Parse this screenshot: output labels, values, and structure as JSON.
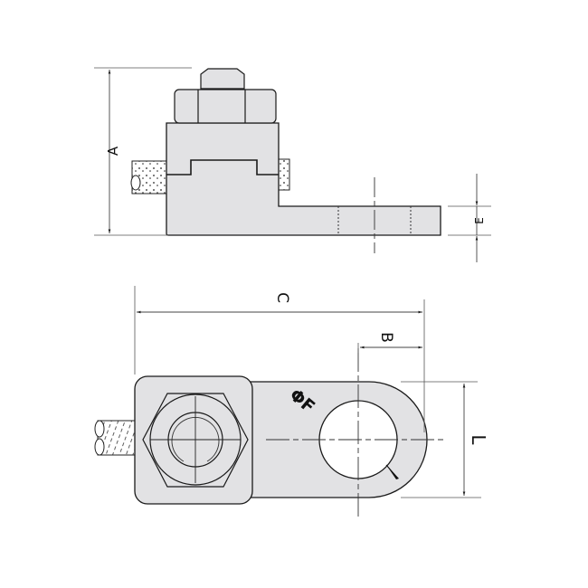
{
  "diagram": {
    "type": "technical-drawing",
    "subject": "cable lug / bolt clamp connector",
    "views": [
      "side-view",
      "top-view"
    ],
    "colors": {
      "part_fill": "#e2e2e4",
      "outline": "#1a1a1a",
      "dimension_line": "#444444",
      "background": "#ffffff"
    }
  },
  "dimensions": {
    "A": "A",
    "E": "E",
    "C": "C",
    "B": "B",
    "L": "L",
    "F": "ΦF"
  },
  "labels": {
    "side_view": {
      "height": "A",
      "thickness": "E"
    },
    "top_view": {
      "overall_length": "C",
      "hole_offset": "B",
      "width": "L",
      "hole_diameter": "ΦF"
    }
  }
}
